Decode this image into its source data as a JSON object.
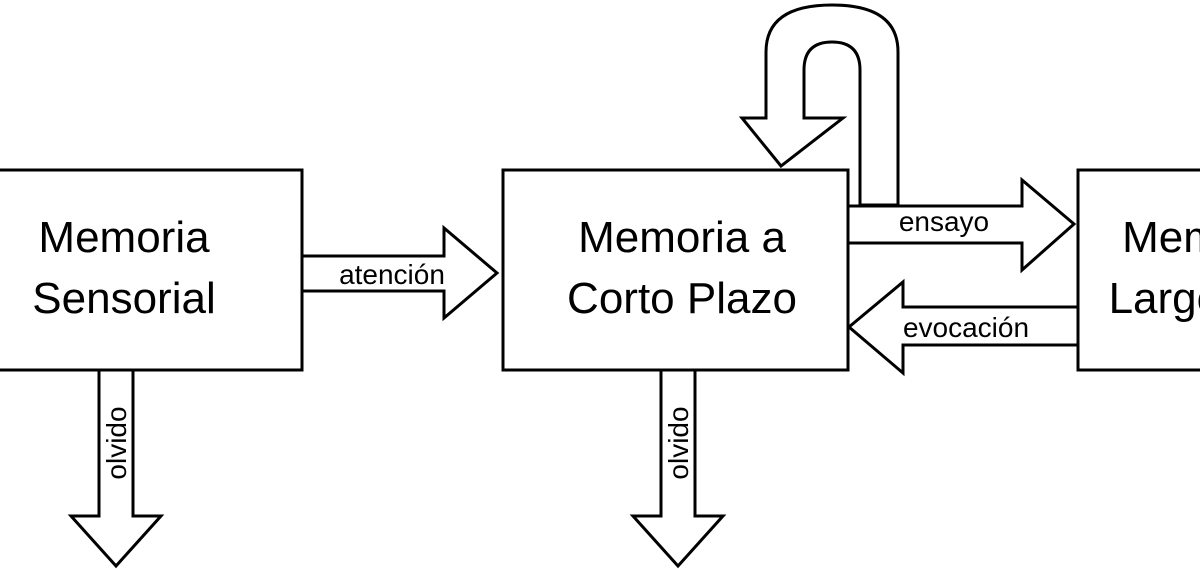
{
  "boxes": {
    "sensory": {
      "line1": "Memoria",
      "line2": "Sensorial"
    },
    "short_term": {
      "line1": "Memoria a",
      "line2": "Corto Plazo"
    },
    "long_term": {
      "line1": "Memoria a",
      "line2": "Largo Plazo"
    }
  },
  "arrows": {
    "attention": "atención",
    "rehearsal": "ensayo",
    "recall": "evocación",
    "forget_sensory": "olvido",
    "forget_short": "olvido"
  }
}
